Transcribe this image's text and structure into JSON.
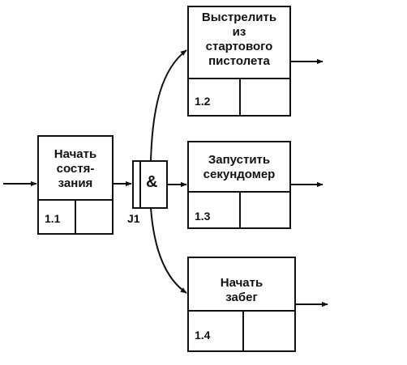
{
  "diagram": {
    "boxes": [
      {
        "id": "1.1",
        "label": "Начать\nсостя-\nзания",
        "number": "1.1"
      },
      {
        "id": "1.2",
        "label": "Выстрелить\nиз\nстартового\nпистолета",
        "number": "1.2"
      },
      {
        "id": "1.3",
        "label": "Запустить\nсекундомер",
        "number": "1.3"
      },
      {
        "id": "1.4",
        "label": "Начать\nзабег",
        "number": "1.4"
      }
    ],
    "junction": {
      "symbol": "&",
      "label": "J1"
    },
    "colors": {
      "stroke": "#111111",
      "background": "#ffffff"
    }
  }
}
